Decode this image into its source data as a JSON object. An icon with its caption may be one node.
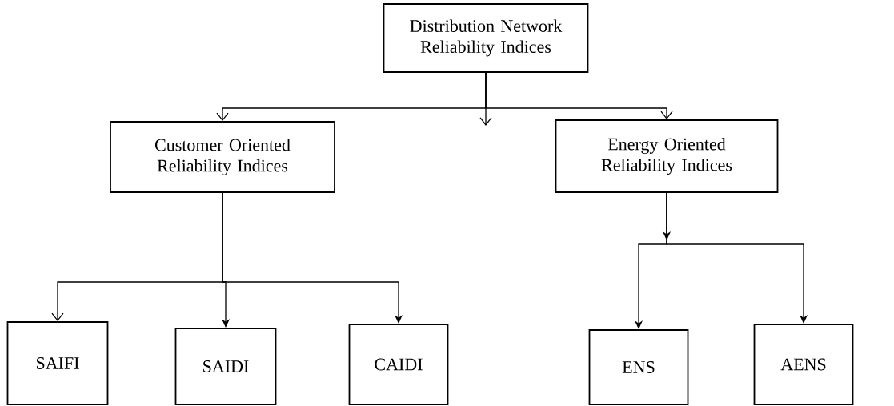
{
  "diagram": {
    "nodes": [
      {
        "text": [
          "Distribution Network Reliability Indices"
        ]
      },
      {
        "text": [
          "Customer Oriented Reliability Indices"
        ]
      },
      {
        "text": [
          "Energy Oriented Reliability Indices"
        ]
      },
      {
        "text": [
          "SAIFI"
        ]
      },
      {
        "text": [
          "SAIDI"
        ]
      },
      {
        "text": [
          "CAIDI"
        ]
      },
      {
        "text": [
          "ENS"
        ]
      },
      {
        "text": [
          "AENS"
        ]
      }
    ],
    "edges": [
      {
        "from": 0,
        "to": 1,
        "arrow": "to"
      },
      {
        "from": 0,
        "to": 2,
        "arrow": "to"
      },
      {
        "from": 1,
        "to": 3,
        "arrow": "to"
      },
      {
        "from": 1,
        "to": 4,
        "arrow": "to"
      },
      {
        "from": 1,
        "to": 5,
        "arrow": "to"
      },
      {
        "from": 2,
        "to": 6,
        "arrow": "to"
      },
      {
        "from": 2,
        "to": 7,
        "arrow": "to"
      }
    ]
  }
}
